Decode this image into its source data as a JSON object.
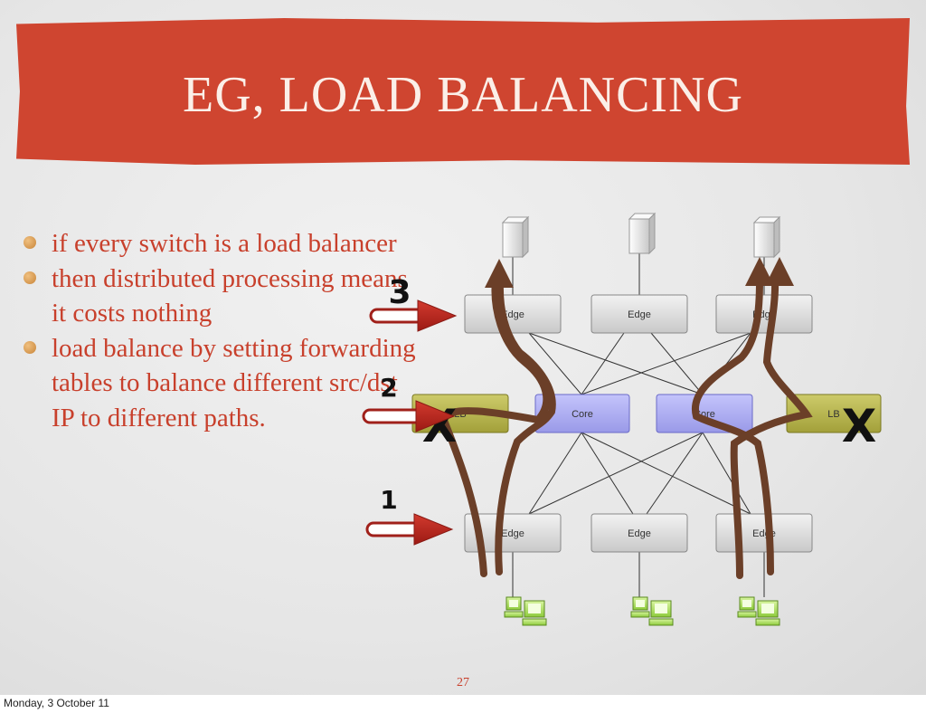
{
  "slide": {
    "title": "EG, LOAD BALANCING",
    "bullets": [
      "if every switch is a load balancer",
      "then distributed processing means it costs nothing",
      "load balance by setting forwarding tables to balance different src/dst IP to different paths."
    ],
    "page_number": "27"
  },
  "footer": {
    "date": "Monday, 3 October 11"
  },
  "diagram": {
    "top_edge": [
      "Edge",
      "Edge",
      "Edge"
    ],
    "middle": [
      "LB",
      "Core",
      "Core",
      "LB"
    ],
    "bottom_edge": [
      "Edge",
      "Edge",
      "Edge"
    ],
    "step_labels": [
      "3",
      "2",
      "1"
    ],
    "x_marks": [
      "X",
      "X"
    ]
  },
  "colors": {
    "banner": "#cf4530",
    "bullet_text": "#c8402c",
    "edge_box": "#dcdcdc",
    "core_box": "#a9a9f4",
    "lb_box": "#b6b34a",
    "flow_path": "#6b3f28",
    "arrow": "#b0211a"
  }
}
